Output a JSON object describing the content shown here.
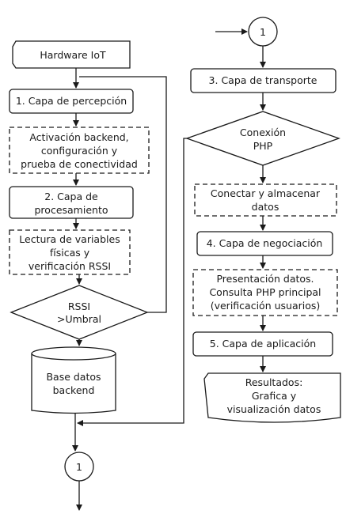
{
  "left_column": {
    "hardware": "Hardware IoT",
    "perception": "1. Capa de percepción",
    "backend_activation": [
      "Activación backend,",
      "configuración y",
      "prueba de conectividad"
    ],
    "processing": [
      "2. Capa de",
      "procesamiento"
    ],
    "reading": [
      "Lectura de variables",
      "físicas y",
      "verificación RSSI"
    ],
    "rssi_decision": [
      "RSSI",
      ">Umbral"
    ],
    "database": [
      "Base datos",
      "backend"
    ],
    "connector_bottom": "1"
  },
  "right_column": {
    "connector_top": "1",
    "transport": "3. Capa de transporte",
    "php_decision": [
      "Conexión",
      "PHP"
    ],
    "connect_store": [
      "Conectar y almacenar",
      "datos"
    ],
    "negotiation": "4. Capa de negociación",
    "presentation": [
      "Presentación datos.",
      "Consulta PHP principal",
      "(verificación usuarios)"
    ],
    "application": "5. Capa de aplicación",
    "results": [
      "Resultados:",
      "Grafica y",
      "visualización datos"
    ]
  }
}
